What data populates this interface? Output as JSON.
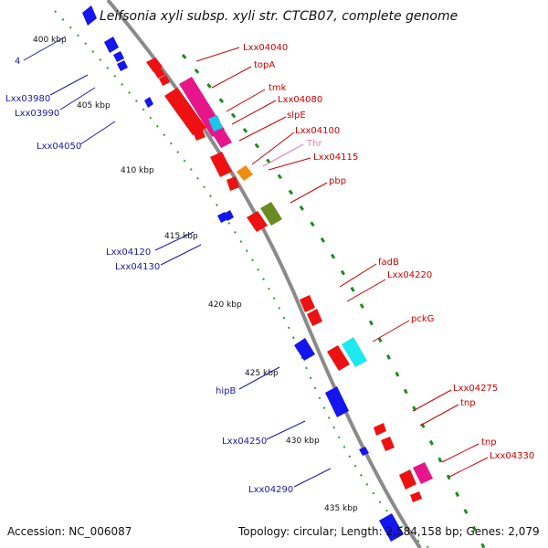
{
  "title": "Leifsonia xyli subsp. xyli str. CTCB07, complete genome",
  "footer": {
    "accession": "Accession: NC_006087",
    "topology": "Topology: circular; Length: 2,584,158 bp; Genes: 2,079"
  },
  "colors": {
    "backbone": "#888888",
    "tick": "#1f8a1f",
    "forward_label": "#cc0000",
    "reverse_label": "#1a1aa6",
    "trna_label": "#f07ab8"
  },
  "scale_labels": [
    "400 kbp",
    "405 kbp",
    "410 kbp",
    "415 kbp",
    "420 kbp",
    "425 kbp",
    "430 kbp",
    "435 kbp"
  ],
  "forward_labels": [
    "Lxx04040",
    "topA",
    "tmk",
    "Lxx04080",
    "slpE",
    "Lxx04100",
    "Thr",
    "Lxx04115",
    "pbp",
    "fadB",
    "Lxx04220",
    "pckG",
    "Lxx04275",
    "tnp",
    "tnp",
    "Lxx04330"
  ],
  "reverse_labels": [
    "4",
    "Lxx03980",
    "Lxx03990",
    "Lxx04050",
    "Lxx04120",
    "Lxx04130",
    "hipB",
    "Lxx04250",
    "Lxx04290"
  ]
}
